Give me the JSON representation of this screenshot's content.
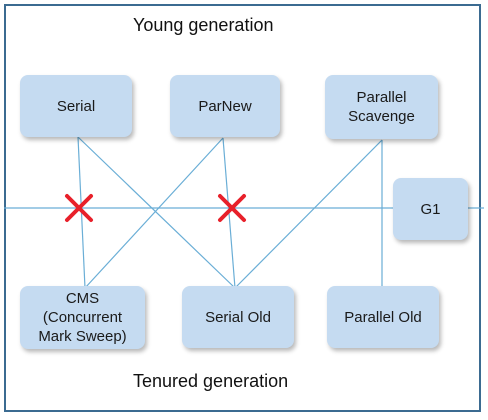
{
  "colors": {
    "frame_border": "#3b6b91",
    "box_fill": "#c5dbf1",
    "line": "#6aaed6",
    "cross": "#e8202a"
  },
  "labels": {
    "top": "Young generation",
    "bottom": "Tenured generation"
  },
  "boxes": {
    "serial": "Serial",
    "parnew": "ParNew",
    "parallel_scavenge": "Parallel\nScavenge",
    "g1": "G1",
    "cms": "CMS\n(Concurrent\nMark Sweep)",
    "serial_old": "Serial Old",
    "parallel_old": "Parallel Old"
  },
  "connections": [
    [
      "serial",
      "cms"
    ],
    [
      "serial",
      "serial_old"
    ],
    [
      "parnew",
      "cms"
    ],
    [
      "parnew",
      "serial_old"
    ],
    [
      "parallel_scavenge",
      "serial_old"
    ],
    [
      "parallel_scavenge",
      "parallel_old"
    ]
  ],
  "crossed_connections": [
    [
      "serial",
      "cms"
    ],
    [
      "parnew",
      "serial_old"
    ]
  ],
  "icons": {
    "cross": "red-x-mark"
  }
}
